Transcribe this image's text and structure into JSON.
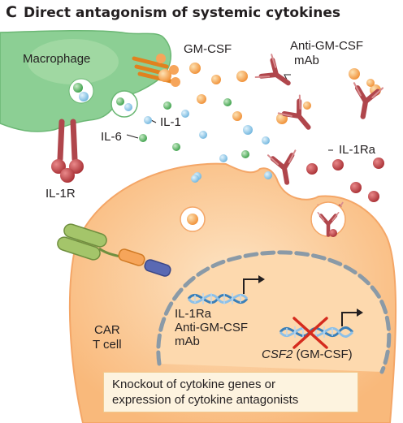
{
  "title": {
    "letter": "C",
    "text": "Direct antagonism of systemic cytokines"
  },
  "labels": {
    "macrophage": "Macrophage",
    "gmcsf": "GM-CSF",
    "anti_gmcsf_line1": "Anti-GM-CSF",
    "anti_gmcsf_line2": "mAb",
    "il1": "IL-1",
    "il6": "IL-6",
    "il1ra": "IL-1Ra",
    "il1r": "IL-1R",
    "car_line1": "CAR",
    "car_line2": "T cell",
    "expr_line1": "IL-1Ra",
    "expr_line2": "Anti-GM-CSF",
    "expr_line3": "mAb",
    "csf2_gene": "CSF2",
    "csf2_suffix": " (GM-CSF)"
  },
  "caption": {
    "line1": "Knockout of cytokine genes or",
    "line2": "expression of cytokine antagonists"
  },
  "colors": {
    "macrophage": "#8ccf94",
    "car_t_cell": "#fbcd9c",
    "gmcsf": "#f6a55a",
    "antibody": "#b0464c",
    "il1": "#8cc8e8",
    "il6": "#4fb35a",
    "il1ra": "#b93b3f",
    "dna": "#3a7fb8",
    "knockout_cross": "#d52b1e",
    "caption_box": "#fdf3df"
  }
}
